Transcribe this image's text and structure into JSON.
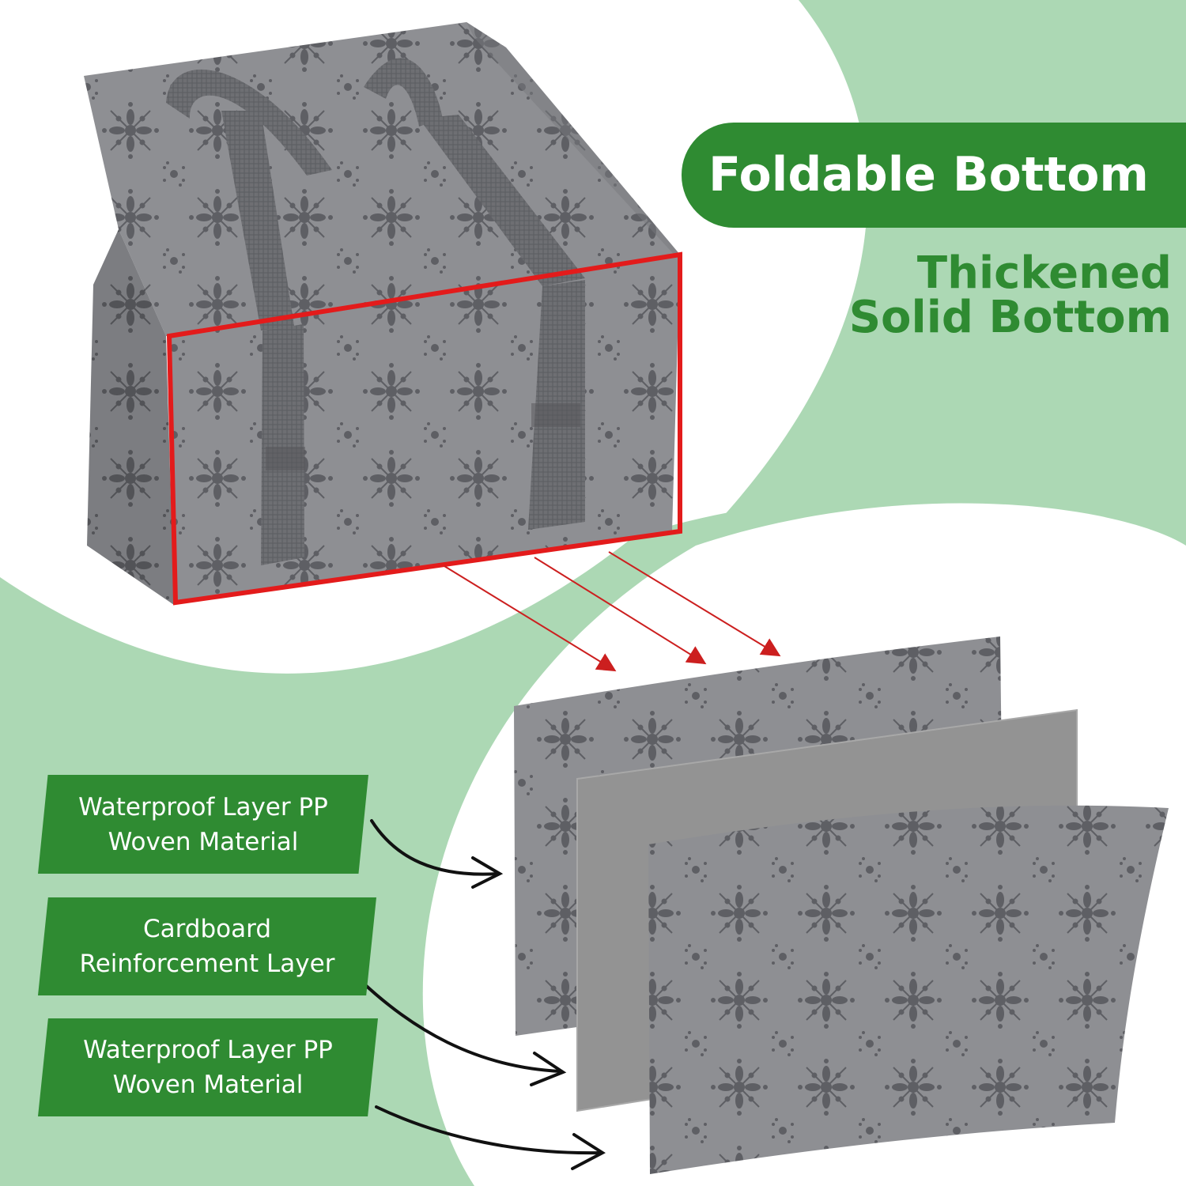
{
  "header": {
    "title": "Foldable Bottom",
    "subtitle_lines": [
      "Thickened",
      "Solid Bottom"
    ]
  },
  "layers": [
    {
      "lines": [
        "Waterproof Layer PP",
        "Woven Material"
      ]
    },
    {
      "lines": [
        "Cardboard",
        "Reinforcement Layer"
      ]
    },
    {
      "lines": [
        "Waterproof Layer PP",
        "Woven Material"
      ]
    }
  ],
  "colors": {
    "brand_green": "#2f8b32",
    "background_green": "#acd8b4",
    "highlight_red": "#e31b1b",
    "fabric_grey": "#8e8f93",
    "pattern_grey": "#5e5f64",
    "cardboard_grey": "#939393"
  }
}
